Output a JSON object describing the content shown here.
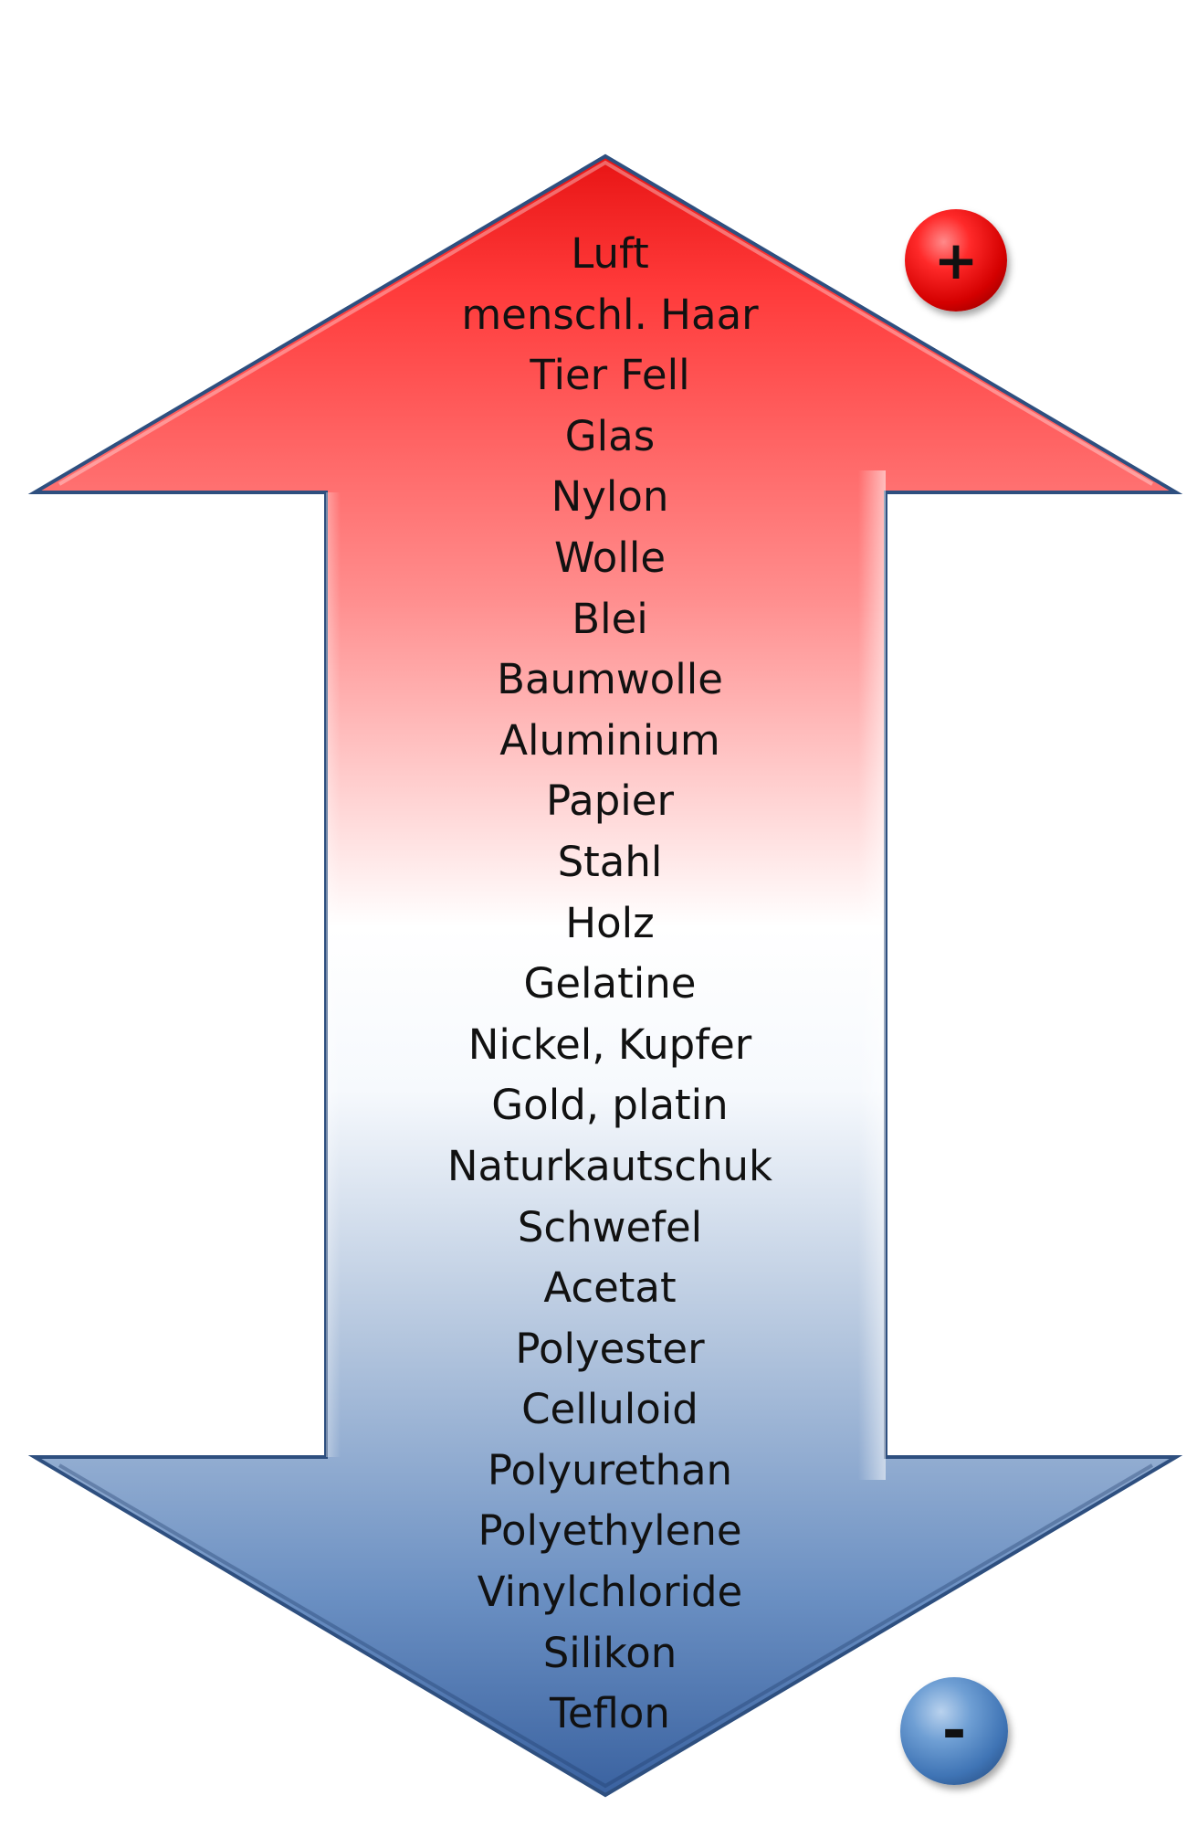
{
  "series": {
    "materials": [
      "Luft",
      "menschl. Haar",
      "Tier Fell",
      "Glas",
      "Nylon",
      "Wolle",
      "Blei",
      "Baumwolle",
      "Aluminium",
      "Papier",
      "Stahl",
      "Holz",
      "Gelatine",
      "Nickel, Kupfer",
      "Gold, platin",
      "Naturkautschuk",
      "Schwefel",
      "Acetat",
      "Polyester",
      "Celluloid",
      "Polyurethan",
      "Polyethylene",
      "Vinylchloride",
      "Silikon",
      "Teflon"
    ]
  },
  "charges": {
    "positive_symbol": "+",
    "negative_symbol": "-"
  },
  "colors": {
    "positive": "#ff3a3a",
    "middle": "#ffffff",
    "negative": "#3e6aa6",
    "outline": "#2e4f7f"
  }
}
